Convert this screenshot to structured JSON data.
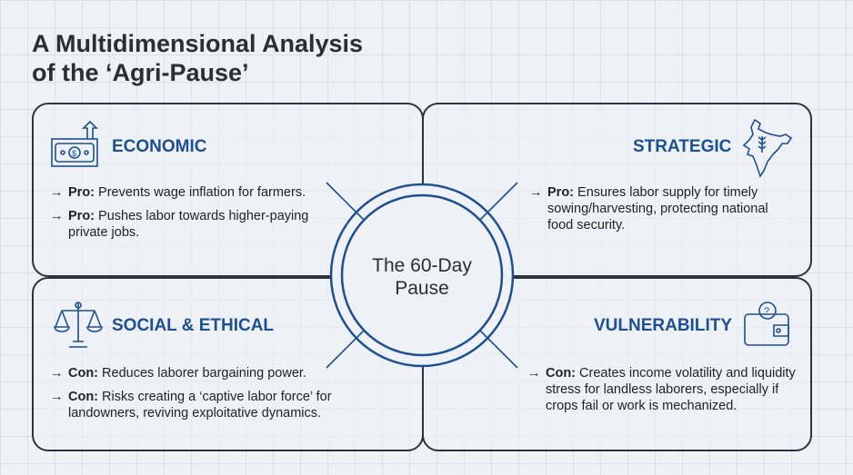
{
  "title_line1": "A Multidimensional Analysis",
  "title_line2": "of the ‘Agri-Pause’",
  "center": {
    "line1": "The 60-Day",
    "line2": "Pause"
  },
  "quadrants": {
    "economic": {
      "heading": "ECONOMIC",
      "items": [
        {
          "tag": "Pro:",
          "text": "Prevents wage inflation for farmers."
        },
        {
          "tag": "Pro:",
          "text": "Pushes labor towards higher-paying private jobs."
        }
      ]
    },
    "strategic": {
      "heading": "STRATEGIC",
      "items": [
        {
          "tag": "Pro:",
          "text": "Ensures labor supply for timely sowing/harvesting, protecting national food security."
        }
      ]
    },
    "social": {
      "heading": "SOCIAL & ETHICAL",
      "items": [
        {
          "tag": "Con:",
          "text": "Reduces laborer bargaining power."
        },
        {
          "tag": "Con:",
          "text": "Risks creating a ‘captive labor force’ for landowners, reviving exploitative dynamics."
        }
      ]
    },
    "vulnerability": {
      "heading": "VULNERABILITY",
      "items": [
        {
          "tag": "Con:",
          "text": "Creates income volatility and liquidity stress for landless laborers, especially if crops fail or work is mechanized."
        }
      ]
    }
  },
  "arrow": "→"
}
